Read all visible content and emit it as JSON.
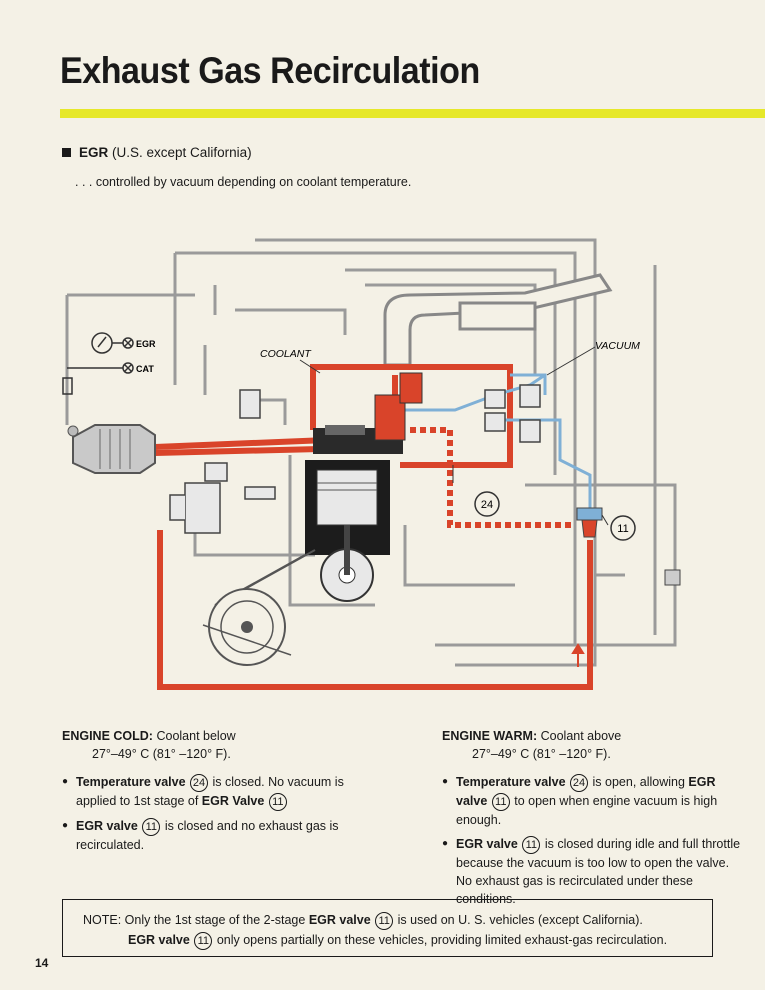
{
  "title": "Exhaust Gas Recirculation",
  "section": {
    "label": "EGR",
    "qualifier": "(U.S. except California)",
    "subtitle": ". . . controlled by vacuum depending on coolant temperature."
  },
  "diagram": {
    "label_coolant": "COOLANT",
    "label_vacuum": "VACUUM",
    "gauge_egr": "EGR",
    "gauge_cat": "CAT",
    "callout_24": "24",
    "callout_11": "11",
    "colors": {
      "hot": "#d9442a",
      "vacuum": "#7fb0d6",
      "line": "#9a9a9a"
    }
  },
  "engine_cold": {
    "heading": "ENGINE COLD:",
    "heading_rest": "Coolant below",
    "range": "27°–49° C (81° –120° F).",
    "b1_lead": "Temperature valve",
    "b1_num": "24",
    "b1_mid": "is closed. No vacuum is applied to 1st stage of",
    "b1_bold": "EGR Valve",
    "b1_num2": "11",
    "b2_bold": "EGR valve",
    "b2_num": "11",
    "b2_rest": "is closed and no exhaust gas is recirculated."
  },
  "engine_warm": {
    "heading": "ENGINE WARM:",
    "heading_rest": "Coolant above",
    "range": "27°–49° C (81° –120° F).",
    "b1_lead": "Temperature valve",
    "b1_num": "24",
    "b1_mid": "is open, allowing",
    "b1_bold": "EGR valve",
    "b1_num2": "11",
    "b1_rest": "to open when engine vacuum is high enough.",
    "b2_bold": "EGR valve",
    "b2_num": "11",
    "b2_rest": "is closed during idle and full throttle because the vacuum is too low to open the valve. No exhaust gas is recirculated under these conditions."
  },
  "note": {
    "l1_a": "NOTE: Only the 1st stage of the 2-stage",
    "l1_bold": "EGR valve",
    "l1_num": "11",
    "l1_b": "is used on U. S. vehicles (except California).",
    "l2_bold": "EGR valve",
    "l2_num": "11",
    "l2_b": "only opens partially on these vehicles, providing limited exhaust-gas recirculation."
  },
  "page_number": "14"
}
